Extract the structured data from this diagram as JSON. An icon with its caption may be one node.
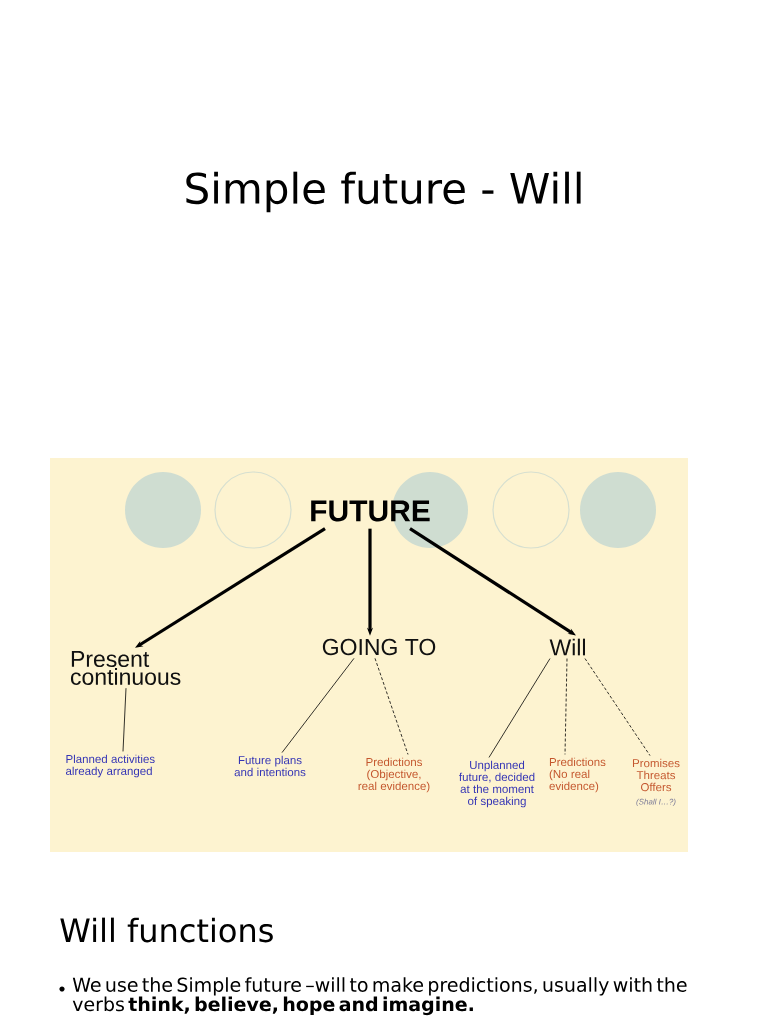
{
  "diagram": {
    "title": "Simple future - Will",
    "nodes": [
      {
        "text": [
          "FUTURE"
        ]
      },
      {
        "text": [
          "Present continuous"
        ]
      },
      {
        "text": [
          "GOING TO"
        ]
      },
      {
        "text": [
          "Will"
        ]
      },
      {
        "text": [
          "Planned activities already arranged"
        ]
      },
      {
        "text": [
          "Future plans and intentions"
        ]
      },
      {
        "text": [
          "Predictions (Objective, real evidence)"
        ]
      },
      {
        "text": [
          "Unplanned future, decided at the moment of speaking"
        ]
      },
      {
        "text": [
          "Predictions (No real evidence)"
        ]
      },
      {
        "text": [
          "Promises Threats Offers"
        ],
        "beside": [
          "(Shall I…?)"
        ]
      }
    ],
    "edges": [
      {
        "from": 0,
        "to": 1,
        "arrow": "to",
        "style": "thick"
      },
      {
        "from": 0,
        "to": 2,
        "arrow": "to",
        "style": "thick"
      },
      {
        "from": 0,
        "to": 3,
        "arrow": "to",
        "style": "thick"
      },
      {
        "from": 1,
        "to": 4,
        "arrow": "none"
      },
      {
        "from": 2,
        "to": 5,
        "arrow": "none"
      },
      {
        "from": 2,
        "to": 6,
        "arrow": "none",
        "style": "dashed"
      },
      {
        "from": 3,
        "to": 7,
        "arrow": "none"
      },
      {
        "from": 3,
        "to": 8,
        "arrow": "none",
        "style": "dashed"
      },
      {
        "from": 3,
        "to": 9,
        "arrow": "none",
        "style": "dashed"
      }
    ],
    "labels": [
      "Will functions",
      "We use the Simple future –will to make predictions, usually with the verbs **think, believe, hope and imagine.**"
    ]
  }
}
